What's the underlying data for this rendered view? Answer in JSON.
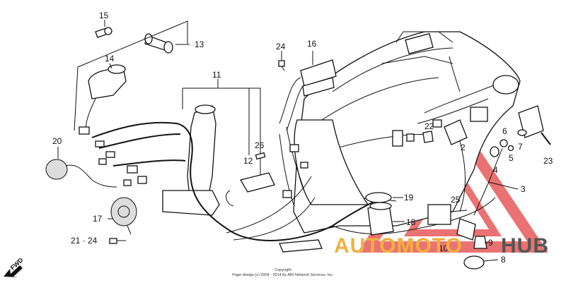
{
  "callouts": [
    {
      "id": "c15",
      "text": "15"
    },
    {
      "id": "c13",
      "text": "13"
    },
    {
      "id": "c14",
      "text": "14"
    },
    {
      "id": "c24a",
      "text": "24"
    },
    {
      "id": "c16",
      "text": "16"
    },
    {
      "id": "c11",
      "text": "11"
    },
    {
      "id": "c20",
      "text": "20"
    },
    {
      "id": "c26",
      "text": "26"
    },
    {
      "id": "c12",
      "text": "12"
    },
    {
      "id": "c22",
      "text": "22"
    },
    {
      "id": "c6",
      "text": "6"
    },
    {
      "id": "c7",
      "text": "7"
    },
    {
      "id": "c5",
      "text": "5"
    },
    {
      "id": "c23",
      "text": "23"
    },
    {
      "id": "c2",
      "text": "2"
    },
    {
      "id": "c4",
      "text": "4"
    },
    {
      "id": "c3",
      "text": "3"
    },
    {
      "id": "c19",
      "text": "19"
    },
    {
      "id": "c25",
      "text": "25"
    },
    {
      "id": "c17",
      "text": "17"
    },
    {
      "id": "c18",
      "text": "18"
    },
    {
      "id": "c2124",
      "text": "21 · 24"
    },
    {
      "id": "c10",
      "text": "10"
    },
    {
      "id": "c9",
      "text": "9"
    },
    {
      "id": "c8",
      "text": "8"
    }
  ],
  "direction": "FWD",
  "copyright": {
    "line1": "Copyright",
    "line2": "Page design (c) 2004 - 2014 by ARI Network Services, Inc."
  },
  "watermark": {
    "text_a": "AUTOMOTO",
    "text_b": "HUB",
    "color_red": "#e85a5a",
    "color_orange": "#f0b040",
    "color_gray": "#555555"
  }
}
